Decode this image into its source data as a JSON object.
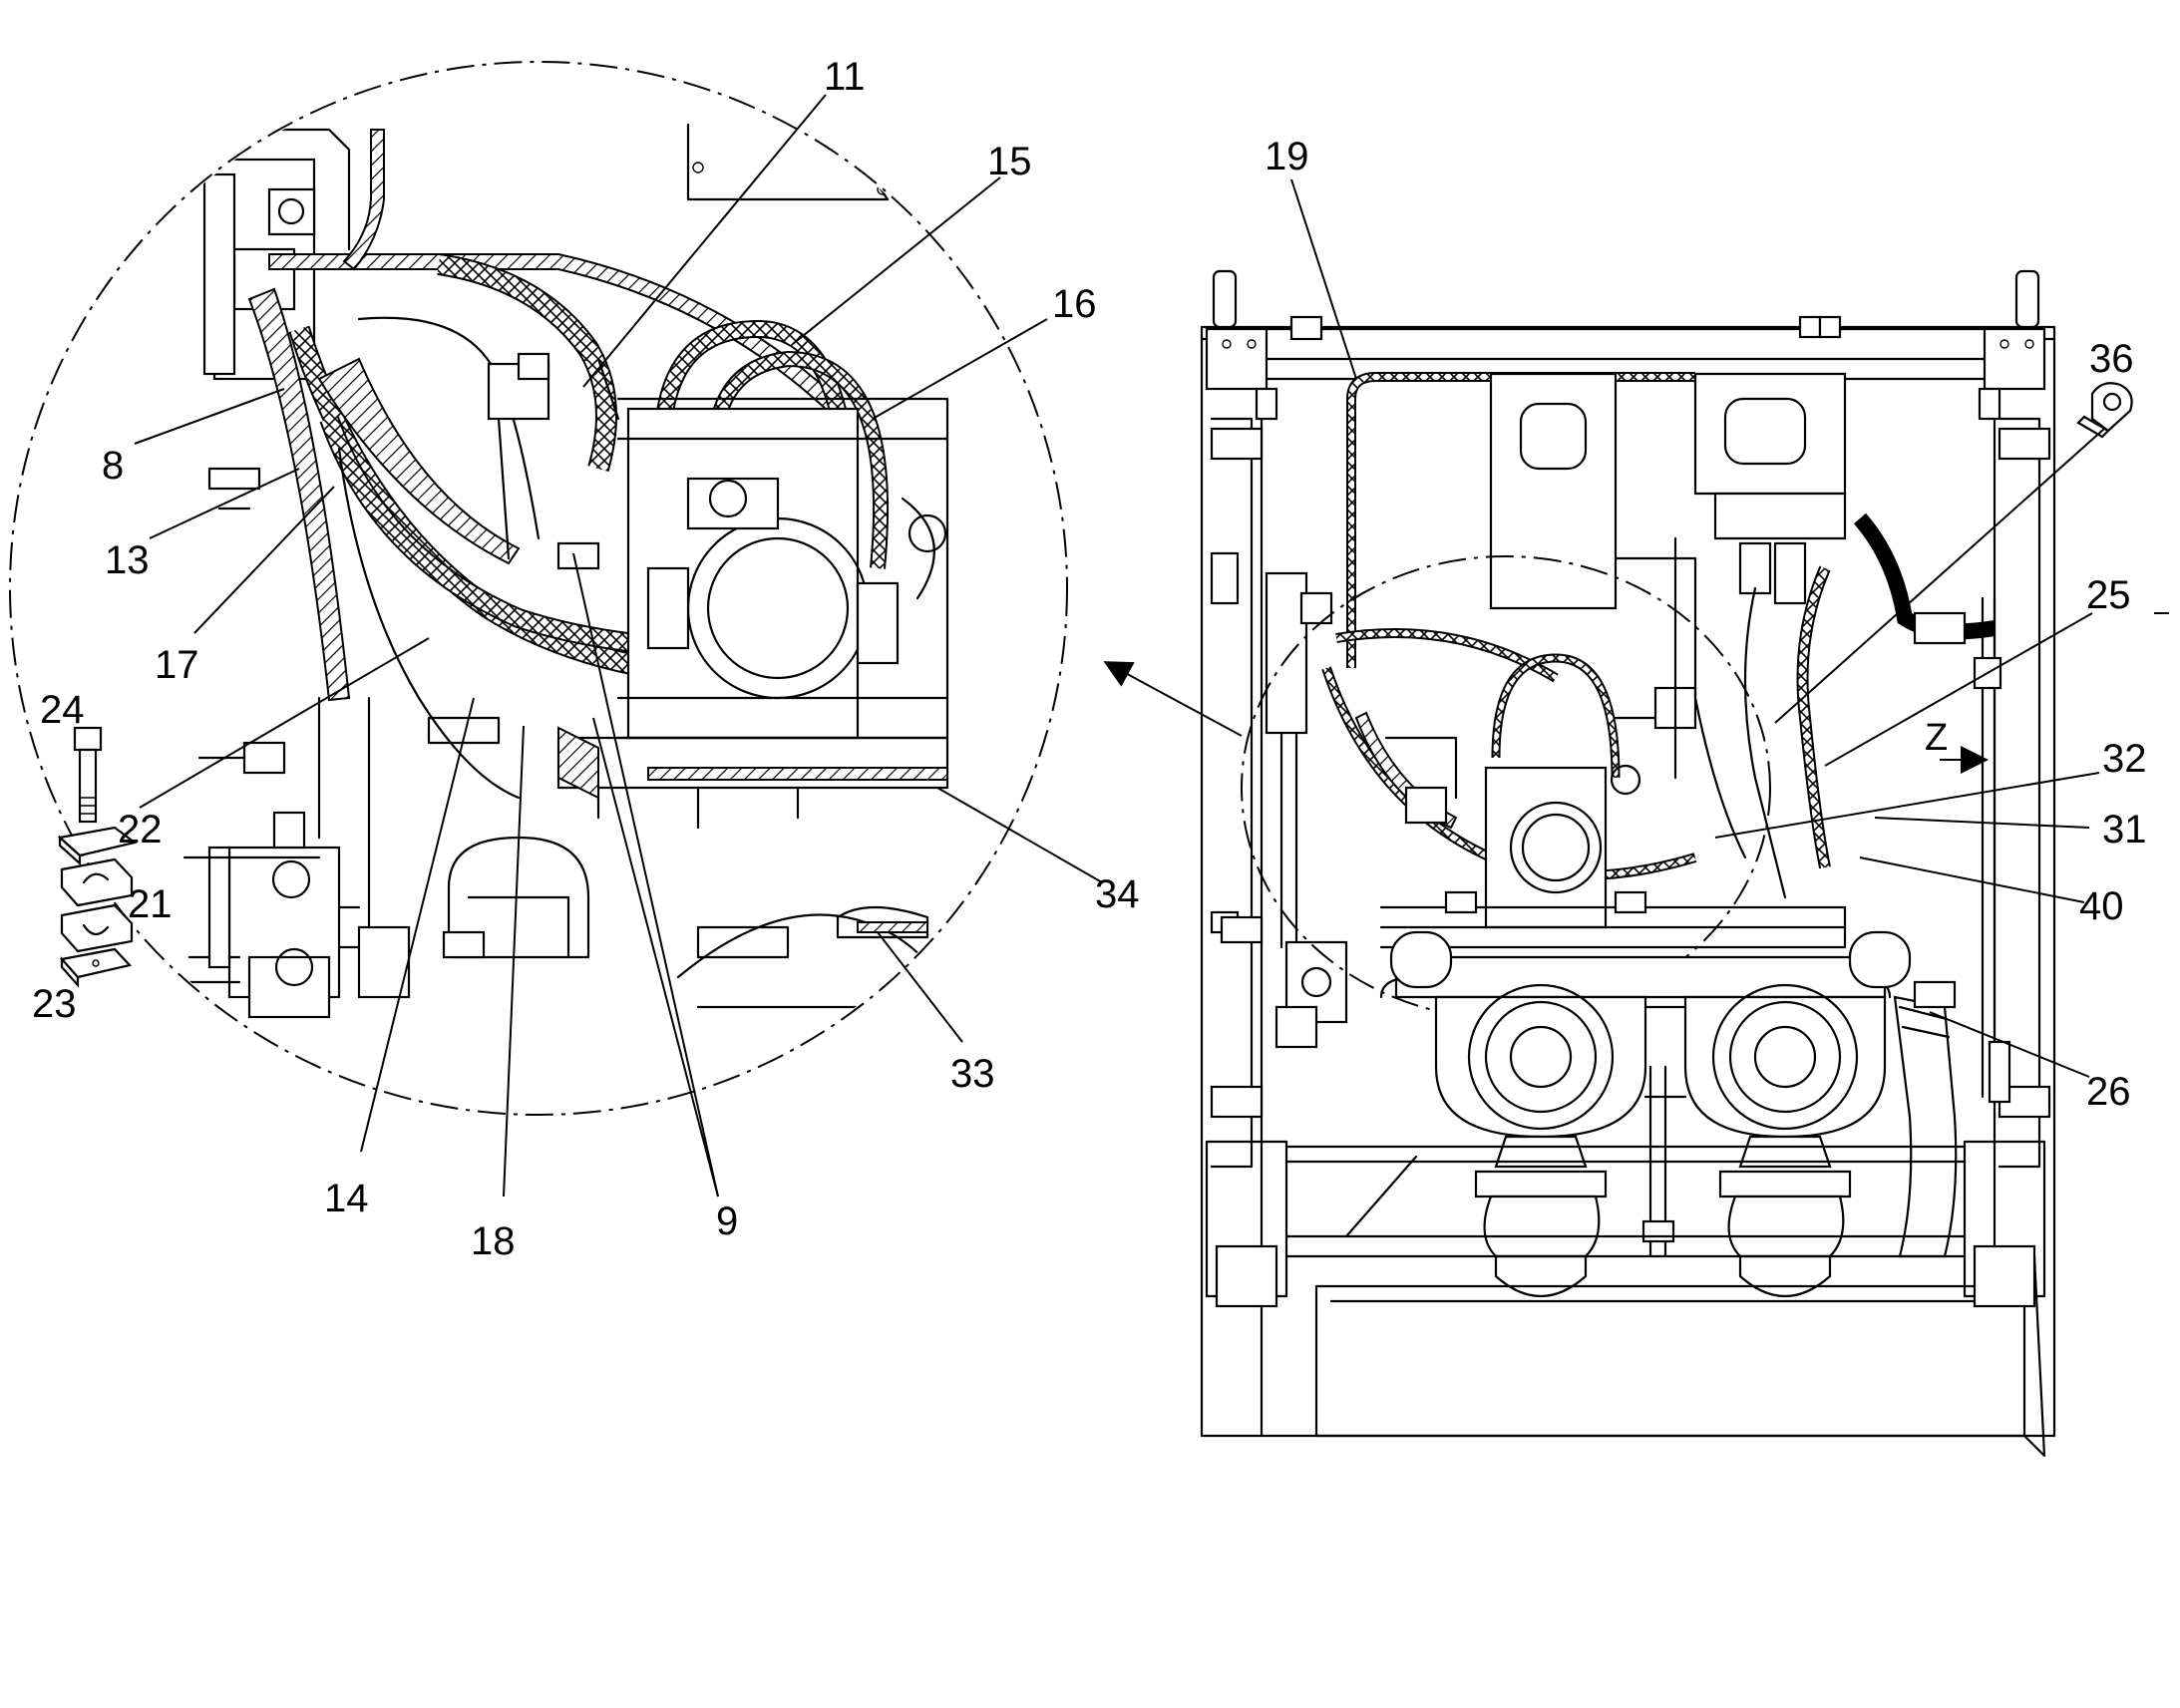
{
  "callouts": [
    {
      "id": "c11",
      "text": "11"
    },
    {
      "id": "c15",
      "text": "15"
    },
    {
      "id": "c16",
      "text": "16"
    },
    {
      "id": "c8",
      "text": "8"
    },
    {
      "id": "c13",
      "text": "13"
    },
    {
      "id": "c17",
      "text": "17"
    },
    {
      "id": "c24",
      "text": "24"
    },
    {
      "id": "c22",
      "text": "22"
    },
    {
      "id": "c21",
      "text": "21"
    },
    {
      "id": "c23",
      "text": "23"
    },
    {
      "id": "c14",
      "text": "14"
    },
    {
      "id": "c18",
      "text": "18"
    },
    {
      "id": "c9",
      "text": "9"
    },
    {
      "id": "c33",
      "text": "33"
    },
    {
      "id": "c34",
      "text": "34"
    },
    {
      "id": "c19",
      "text": "19"
    },
    {
      "id": "c36",
      "text": "36"
    },
    {
      "id": "c25",
      "text": "25"
    },
    {
      "id": "c32",
      "text": "32"
    },
    {
      "id": "c31",
      "text": "31"
    },
    {
      "id": "c40",
      "text": "40"
    },
    {
      "id": "c26",
      "text": "26"
    }
  ],
  "view_marker": {
    "text": "Z"
  }
}
